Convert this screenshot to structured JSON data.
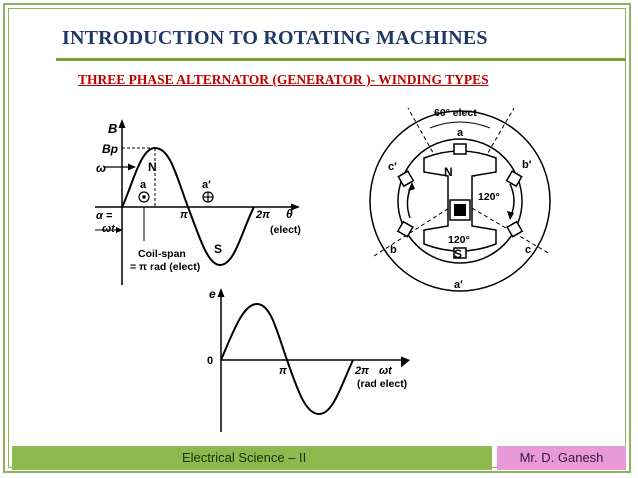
{
  "slide": {
    "title": "INTRODUCTION TO ROTATING MACHINES",
    "subtitle": "THREE PHASE ALTERNATOR (GENERATOR )- WINDING TYPES"
  },
  "flux_plot": {
    "y_axis": "B",
    "peak": "Bp",
    "omega": "ω",
    "north": "N",
    "south": "S",
    "coil_start": "a",
    "coil_end": "a′",
    "alpha": "α =",
    "omega_t": "ωt",
    "pi": "π",
    "two_pi": "2π",
    "theta": "θ",
    "elect": "(elect)",
    "coil_span": "Coil-span",
    "coil_span_value": "= π rad (elect)"
  },
  "emf_plot": {
    "y_axis": "e",
    "origin": "0",
    "pi": "π",
    "two_pi": "2π",
    "omega_t": "ωt",
    "rad_elect": "(rad elect)"
  },
  "machine": {
    "angle_top": "60° elect",
    "angle_right": "120°",
    "angle_bottom": "120°",
    "north": "N",
    "south": "S",
    "coil_a": "a",
    "coil_a_prime": "a′",
    "coil_b": "b",
    "coil_b_prime": "b′",
    "coil_c": "c",
    "coil_c_prime": "c′"
  },
  "footer": {
    "course": "Electrical Science – II",
    "author": "Mr. D. Ganesh"
  },
  "colors": {
    "title": "#1f3864",
    "subtitle": "#c00000",
    "green": "#8dba4e",
    "pink": "#e799d8"
  }
}
